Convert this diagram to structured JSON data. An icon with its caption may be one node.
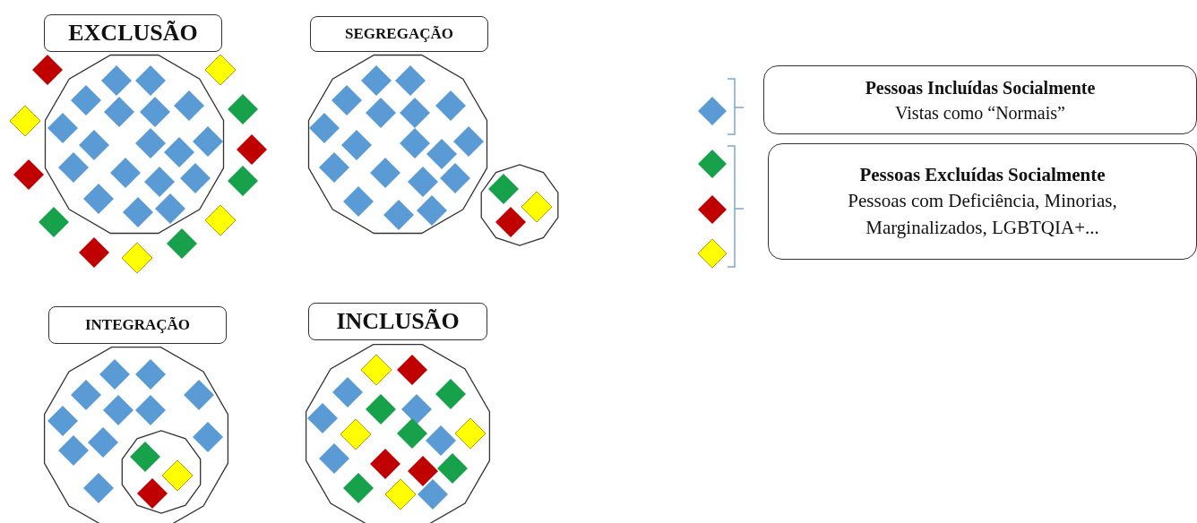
{
  "diagram": {
    "nodes": [
      {
        "text": [
          "EXCLUSÃO"
        ]
      },
      {
        "text": [
          "SEGREGAÇÃO"
        ]
      },
      {
        "text": [
          "INTEGRAÇÃO"
        ]
      },
      {
        "text": [
          "INCLUSÃO"
        ]
      },
      {
        "text": [
          "Pessoas Incluídas Socialmente",
          "Vistas como “Normais”"
        ]
      },
      {
        "text": [
          "Pessoas Excluídas Socialmente",
          "Pessoas com Deficiência, Minorias, Marginalizados, LGBTQIA+..."
        ]
      }
    ]
  }
}
